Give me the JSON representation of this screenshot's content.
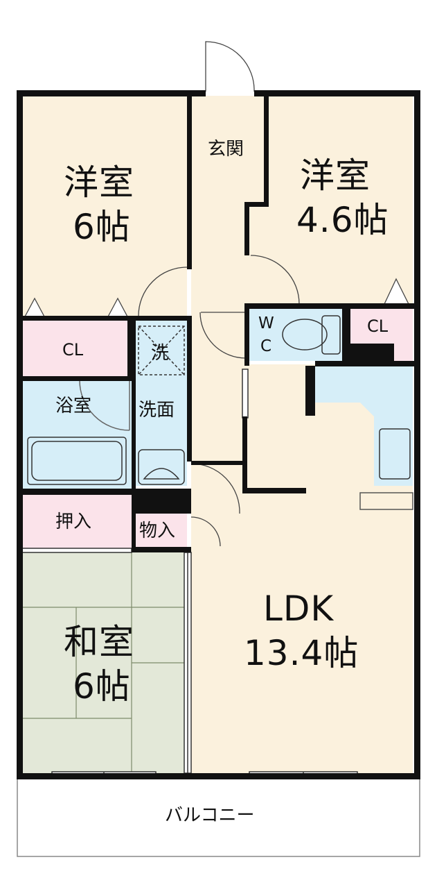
{
  "rooms": {
    "western_6": {
      "name": "洋室",
      "size": "6帖"
    },
    "western_46": {
      "name": "洋室",
      "size": "4.6帖"
    },
    "entrance": {
      "name": "玄関"
    },
    "wc": {
      "line1": "W",
      "line2": "C"
    },
    "closet_left": {
      "name": "CL"
    },
    "closet_right": {
      "name": "CL"
    },
    "washing_machine": {
      "name": "洗"
    },
    "washroom": {
      "name": "洗面"
    },
    "bathroom": {
      "name": "浴室"
    },
    "oshiire": {
      "name": "押入"
    },
    "storage": {
      "name": "物入"
    },
    "japanese": {
      "name": "和室",
      "size": "6帖"
    },
    "ldk": {
      "name": "LDK",
      "size": "13.4帖"
    },
    "balcony": {
      "name": "バルコニー"
    }
  },
  "colors": {
    "floor_wood": "#fbf1dd",
    "wet_area": "#d6eef8",
    "closet": "#fbe3ea",
    "tatami": "#e3e8d8",
    "wall": "#111111"
  }
}
